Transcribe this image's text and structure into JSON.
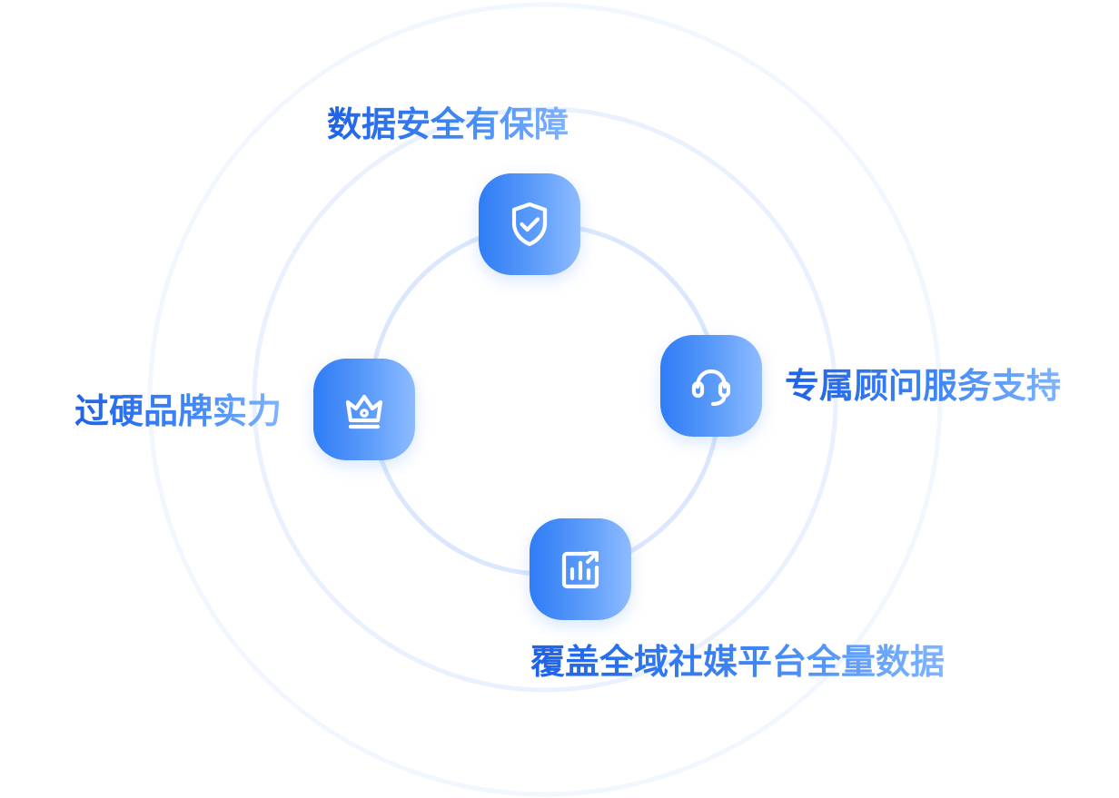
{
  "features": [
    {
      "label": "数据安全有保障",
      "icon": "shield-check-icon"
    },
    {
      "label": "专属顾问服务支持",
      "icon": "headset-icon"
    },
    {
      "label": "覆盖全域社媒平台全量数据",
      "icon": "chart-trend-icon"
    },
    {
      "label": "过硬品牌实力",
      "icon": "crown-icon"
    }
  ],
  "colors": {
    "gradient_start": "#2f7cf6",
    "gradient_end": "#8ebcff",
    "label_start": "#1f62e8",
    "label_end": "#7fb5ff",
    "ring_inner": "#dbe7fd",
    "ring_middle": "#eaf1fe",
    "ring_outer": "#f2f6fe"
  }
}
